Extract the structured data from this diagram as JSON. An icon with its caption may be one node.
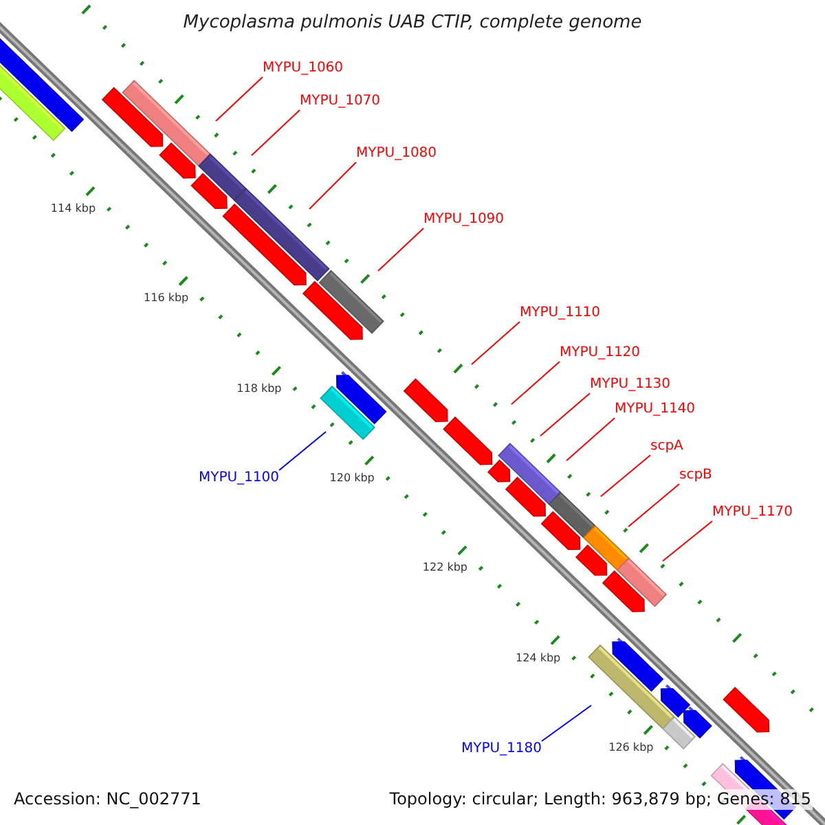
{
  "diagram": {
    "title": "Mycoplasma pulmonis UAB CTIP, complete genome",
    "nodes": [
      {
        "text": [
          "MYPU_1060"
        ]
      },
      {
        "text": [
          "MYPU_1070"
        ]
      },
      {
        "text": [
          "MYPU_1080"
        ]
      },
      {
        "text": [
          "MYPU_1090"
        ]
      },
      {
        "text": [
          "MYPU_1110"
        ]
      },
      {
        "text": [
          "MYPU_1120"
        ]
      },
      {
        "text": [
          "MYPU_1130"
        ]
      },
      {
        "text": [
          "MYPU_1140"
        ]
      },
      {
        "text": [
          "scpA"
        ]
      },
      {
        "text": [
          "scpB"
        ]
      },
      {
        "text": [
          "MYPU_1100"
        ]
      },
      {
        "text": [
          "MYPU_1170"
        ]
      },
      {
        "text": [
          "MYPU_1180"
        ]
      }
    ],
    "edges": [
      {
        "from": 0,
        "to": null,
        "arrow": "none"
      },
      {
        "from": 1,
        "to": null,
        "arrow": "none"
      },
      {
        "from": 2,
        "to": null,
        "arrow": "none"
      },
      {
        "from": 3,
        "to": null,
        "arrow": "none"
      },
      {
        "from": 4,
        "to": null,
        "arrow": "none"
      },
      {
        "from": 5,
        "to": null,
        "arrow": "none"
      },
      {
        "from": 6,
        "to": null,
        "arrow": "none"
      },
      {
        "from": 7,
        "to": null,
        "arrow": "none"
      },
      {
        "from": 8,
        "to": null,
        "arrow": "none"
      },
      {
        "from": 9,
        "to": null,
        "arrow": "none"
      },
      {
        "from": 10,
        "to": null,
        "arrow": "none",
        "color": "#0000ff"
      },
      {
        "from": 11,
        "to": null,
        "arrow": "none"
      },
      {
        "from": 12,
        "to": null,
        "arrow": "none",
        "color": "#0000ff"
      }
    ],
    "labels": [
      "114 kbp",
      "116 kbp",
      "118 kbp",
      "120 kbp",
      "122 kbp",
      "124 kbp",
      "126 kbp",
      "Accession: NC_002771",
      "Topology: circular; Length: 963,879 bp; Genes: 815"
    ]
  }
}
